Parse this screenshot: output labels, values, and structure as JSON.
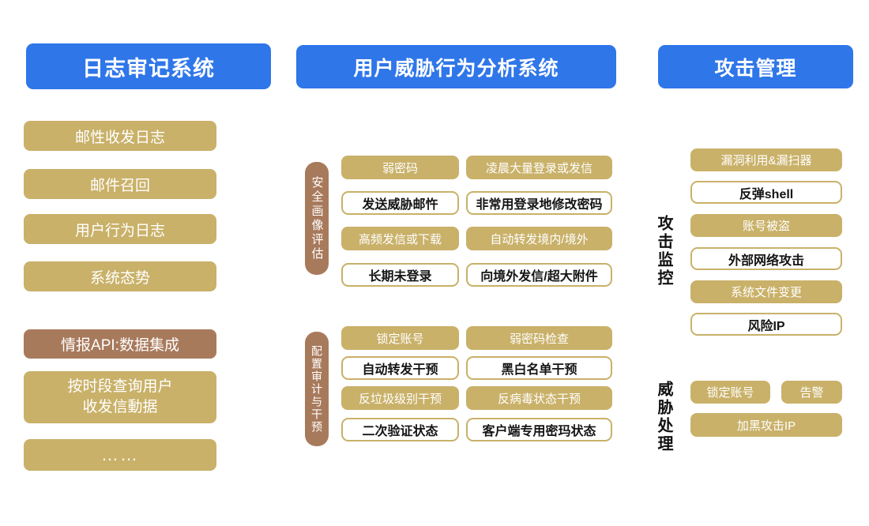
{
  "colors": {
    "header_blue": "#2F76E9",
    "box_gold": "#C9B169",
    "box_brown": "#A87A5C",
    "text_on_fill": "#FFFFFF",
    "text_on_white": "#141414"
  },
  "log_audit": {
    "header": "日志审记系统",
    "items": [
      {
        "label": "邮性收发日志"
      },
      {
        "label": "邮件召回"
      },
      {
        "label": "用户行为日志"
      },
      {
        "label": "系统态势"
      },
      {
        "label": "情报API:数据集成"
      },
      {
        "line1": "按时段查询用户",
        "line2": "收发信動据"
      },
      {
        "label": "……"
      }
    ]
  },
  "threat_analysis": {
    "header": "用户威胁行为分析系统",
    "sections": [
      {
        "label": "安全画像评估",
        "boxes": [
          {
            "label": "弱密码",
            "style": "gold"
          },
          {
            "label": "凌晨大量登录或发信",
            "style": "gold"
          },
          {
            "label": "发送威胁邮忤",
            "style": "white"
          },
          {
            "label": "非常用登录地修改密码",
            "style": "white"
          },
          {
            "label": "高频发信或下载",
            "style": "gold"
          },
          {
            "label": "自动转发境内/境外",
            "style": "gold"
          },
          {
            "label": "长期未登录",
            "style": "white"
          },
          {
            "label": "向境外发信/超大附件",
            "style": "white"
          }
        ]
      },
      {
        "label": "配置审计与干预",
        "boxes": [
          {
            "label": "锁定账号",
            "style": "gold"
          },
          {
            "label": "弱密码检查",
            "style": "gold"
          },
          {
            "label": "自动转发干预",
            "style": "white"
          },
          {
            "label": "黑白名单干预",
            "style": "white"
          },
          {
            "label": "反垃圾级别干预",
            "style": "gold"
          },
          {
            "label": "反病毒状态干预",
            "style": "gold"
          },
          {
            "label": "二次验证状态",
            "style": "white"
          },
          {
            "label": "客户端专用密玛状态",
            "style": "white"
          }
        ]
      }
    ]
  },
  "attack_mgmt": {
    "header": "攻击管理",
    "monitor": {
      "label": "攻击监控",
      "boxes": [
        {
          "label": "漏洞利用&漏扫器",
          "style": "gold"
        },
        {
          "label": "反弹shell",
          "style": "white"
        },
        {
          "label": "账号被盗",
          "style": "gold"
        },
        {
          "label": "外部网络攻击",
          "style": "white"
        },
        {
          "label": "系统文件变更",
          "style": "gold"
        },
        {
          "label": "风险IP",
          "style": "white"
        }
      ]
    },
    "handle": {
      "label": "威胁处理",
      "boxes": [
        {
          "label": "锁定账号"
        },
        {
          "label": "告警"
        },
        {
          "label": "加黑攻击IP"
        }
      ]
    }
  }
}
